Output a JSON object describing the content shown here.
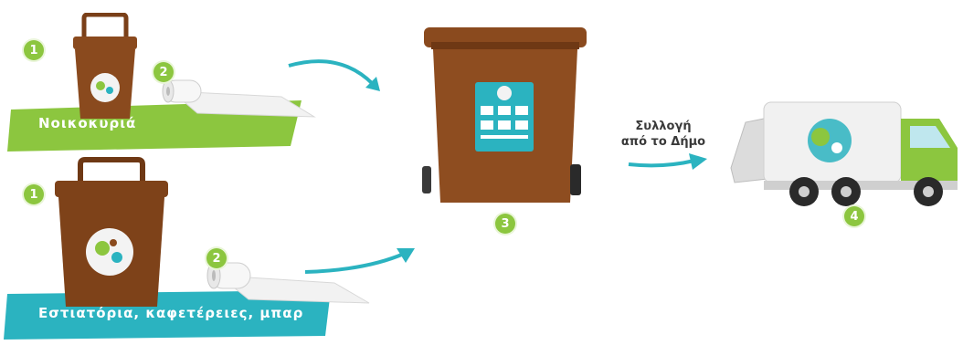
{
  "steps": {
    "household_bin": "1",
    "household_bag": "2",
    "business_bin": "1",
    "business_bag": "2",
    "street_bin": "3",
    "truck": "4"
  },
  "labels": {
    "households": "Νοικοκυριά",
    "businesses": "Εστιατόρια, καφετέρειες, μπαρ",
    "collection_line1": "Συλλογή",
    "collection_line2": "από το Δήμο"
  },
  "colors": {
    "bin_brown": "#8a4a1e",
    "green_accent": "#8cc63f",
    "teal_accent": "#2bb3c0"
  },
  "icons": [
    "kitchen-bin-icon",
    "compostable-bag-roll-icon",
    "wheelie-bin-icon",
    "garbage-truck-icon",
    "arrow-icon"
  ]
}
